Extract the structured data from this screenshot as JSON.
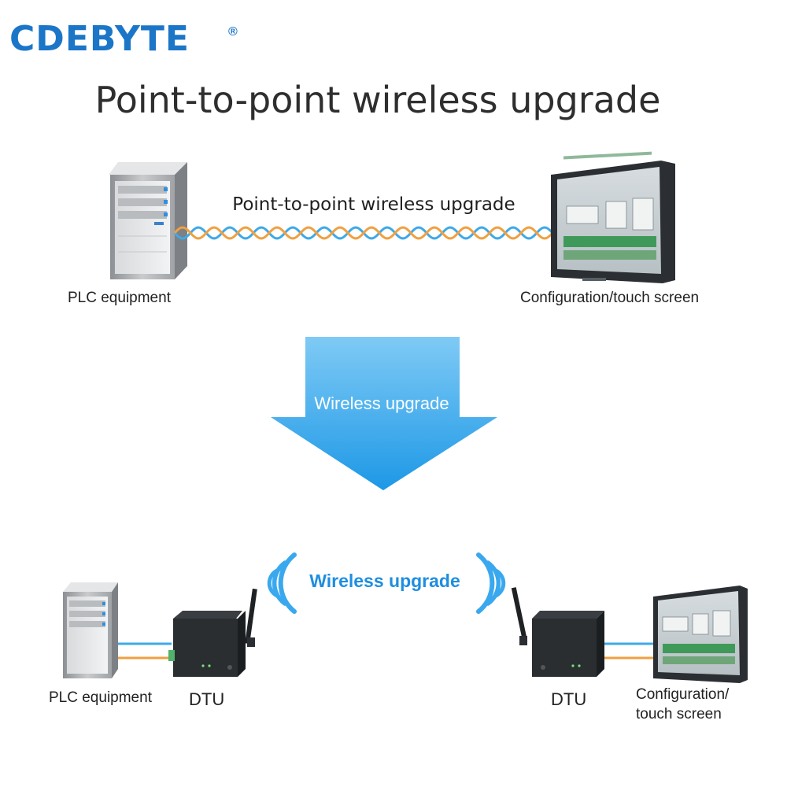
{
  "brand": {
    "name": "CDEBYTE",
    "mark": "®"
  },
  "title": "Point-to-point wireless upgrade",
  "top_diagram": {
    "link_label": "Point-to-point wireless upgrade",
    "left_device": "PLC equipment",
    "right_device": "Configuration/touch screen"
  },
  "arrow": {
    "label": "Wireless upgrade"
  },
  "bottom_diagram": {
    "wireless_label": "Wireless upgrade",
    "left_device": "PLC equipment",
    "left_dtu": "DTU",
    "right_dtu": "DTU",
    "right_device_line1": "Configuration/",
    "right_device_line2": "touch screen"
  },
  "colors": {
    "brand": "#1b76c8",
    "cable_blue": "#3fa9e8",
    "cable_orange": "#f0a040",
    "arrow": "#2aa3ea"
  }
}
